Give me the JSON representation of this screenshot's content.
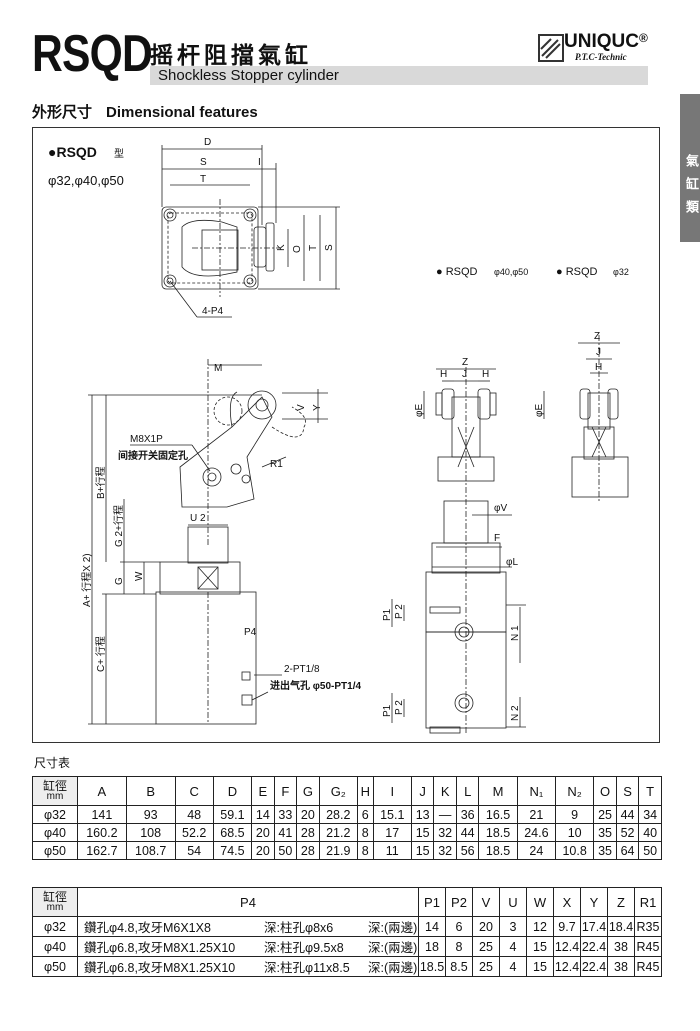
{
  "header": {
    "model": "RSQD",
    "title_cn": "摇杆阻擋氣缸",
    "title_en": "Shockless Stopper cylinder",
    "logo": "UNIQUC",
    "logo_reg": "®",
    "logo_sub": "P.T.C-Technic"
  },
  "section": {
    "cn": "外形尺寸",
    "en": "Dimensional features"
  },
  "side_tab": "氣缸類",
  "drawing": {
    "model_label": "●RSQD",
    "model_suffix": "型",
    "bores": "φ32,φ40,φ50",
    "view_label_a": "● RSQD",
    "view_label_a_sub": "φ40,φ50",
    "view_label_b": "● RSQD",
    "view_label_b_sub": "φ32",
    "dims": {
      "D": "D",
      "S": "S",
      "T": "T",
      "I": "I",
      "K": "K",
      "O": "O",
      "S2": "S",
      "P4": "4-P4",
      "M": "M",
      "V": "V",
      "Y": "Y",
      "R1": "R1",
      "M8": "M8X1P",
      "note_hole": "间接开关固定孔",
      "B_stroke": "B+行程",
      "G2_stroke": "G 2+行程",
      "A_stroke": "A+ 行程X 2)",
      "U2": "U 2",
      "G": "G",
      "W": "W",
      "C_stroke": "C+ 行程",
      "P4_2": "P4",
      "PT18": "2-PT1/8",
      "air_inlet": "进出气孔 φ50-PT1/4",
      "Z": "Z",
      "H": "H",
      "J": "J",
      "E": "φE",
      "phiV": "φV",
      "F": "F",
      "phiL": "φL",
      "P1": "P1",
      "P2": "P 2",
      "N1": "N 1",
      "N2": "N 2"
    }
  },
  "table_label": "尺寸表",
  "table1": {
    "head_cn": "缸徑",
    "head_mm": "mm",
    "columns": [
      "A",
      "B",
      "C",
      "D",
      "E",
      "F",
      "G",
      "G₂",
      "H",
      "I",
      "J",
      "K",
      "L",
      "M",
      "N₁",
      "N₂",
      "O",
      "S",
      "T"
    ],
    "rows": [
      {
        "bore": "φ32",
        "values": [
          "141",
          "93",
          "48",
          "59.1",
          "14",
          "33",
          "20",
          "28.2",
          "6",
          "15.1",
          "13",
          "—",
          "36",
          "16.5",
          "21",
          "9",
          "25",
          "44",
          "34"
        ]
      },
      {
        "bore": "φ40",
        "values": [
          "160.2",
          "108",
          "52.2",
          "68.5",
          "20",
          "41",
          "28",
          "21.2",
          "8",
          "17",
          "15",
          "32",
          "44",
          "18.5",
          "24.6",
          "10",
          "35",
          "52",
          "40"
        ]
      },
      {
        "bore": "φ50",
        "values": [
          "162.7",
          "108.7",
          "54",
          "74.5",
          "20",
          "50",
          "28",
          "21.9",
          "8",
          "11",
          "15",
          "32",
          "56",
          "18.5",
          "24",
          "10.8",
          "35",
          "64",
          "50"
        ]
      }
    ]
  },
  "table2": {
    "head_cn": "缸徑",
    "head_mm": "mm",
    "p4_head": "P4",
    "columns": [
      "P1",
      "P2",
      "V",
      "U",
      "W",
      "X",
      "Y",
      "Z",
      "R1"
    ],
    "rows": [
      {
        "bore": "φ32",
        "p4_a": "鑽孔φ4.8,攻牙M6X1X8",
        "p4_b": "深:柱孔φ8x6",
        "p4_c": "深:(兩邊)",
        "values": [
          "14",
          "6",
          "20",
          "3",
          "12",
          "9.7",
          "17.4",
          "18.4",
          "R35"
        ]
      },
      {
        "bore": "φ40",
        "p4_a": "鑽孔φ6.8,攻牙M8X1.25X10",
        "p4_b": "深:柱孔φ9.5x8",
        "p4_c": "深:(兩邊)",
        "values": [
          "18",
          "8",
          "25",
          "4",
          "15",
          "12.4",
          "22.4",
          "38",
          "R45"
        ]
      },
      {
        "bore": "φ50",
        "p4_a": "鑽孔φ6.8,攻牙M8X1.25X10",
        "p4_b": "深:柱孔φ11x8.5",
        "p4_c": "深:(兩邊)",
        "values": [
          "18.5",
          "8.5",
          "25",
          "4",
          "15",
          "12.4",
          "22.4",
          "38",
          "R45"
        ]
      }
    ]
  }
}
